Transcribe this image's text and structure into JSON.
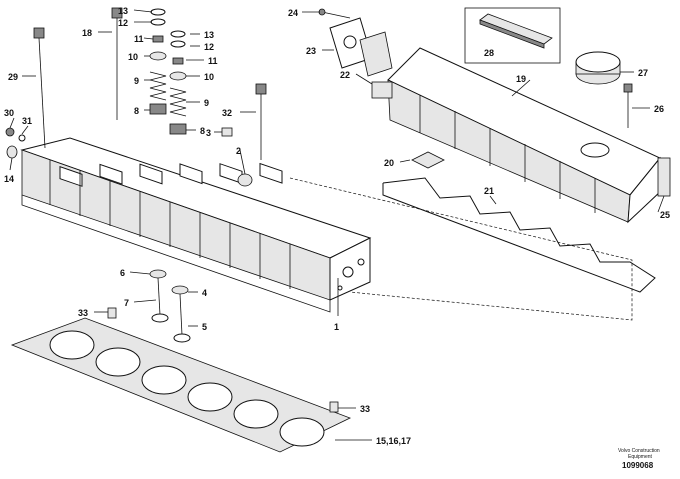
{
  "callouts": {
    "c1": "1",
    "c2": "2",
    "c3": "3",
    "c4": "4",
    "c5": "5",
    "c6": "6",
    "c7": "7",
    "c8a": "8",
    "c8b": "8",
    "c9a": "9",
    "c9b": "9",
    "c10a": "10",
    "c10b": "10",
    "c11a": "11",
    "c11b": "11",
    "c12a": "12",
    "c12b": "12",
    "c13a": "13",
    "c13b": "13",
    "c14": "14",
    "c15": "15,16,17",
    "c18": "18",
    "c19": "19",
    "c20": "20",
    "c21": "21",
    "c22": "22",
    "c23": "23",
    "c24": "24",
    "c25": "25",
    "c26": "26",
    "c27": "27",
    "c28": "28",
    "c29": "29",
    "c30": "30",
    "c31": "31",
    "c32": "32",
    "c33a": "33",
    "c33b": "33"
  },
  "footer": {
    "brand_line1": "Volvo Construction",
    "brand_line2": "Equipment",
    "doc_number": "1099068"
  }
}
